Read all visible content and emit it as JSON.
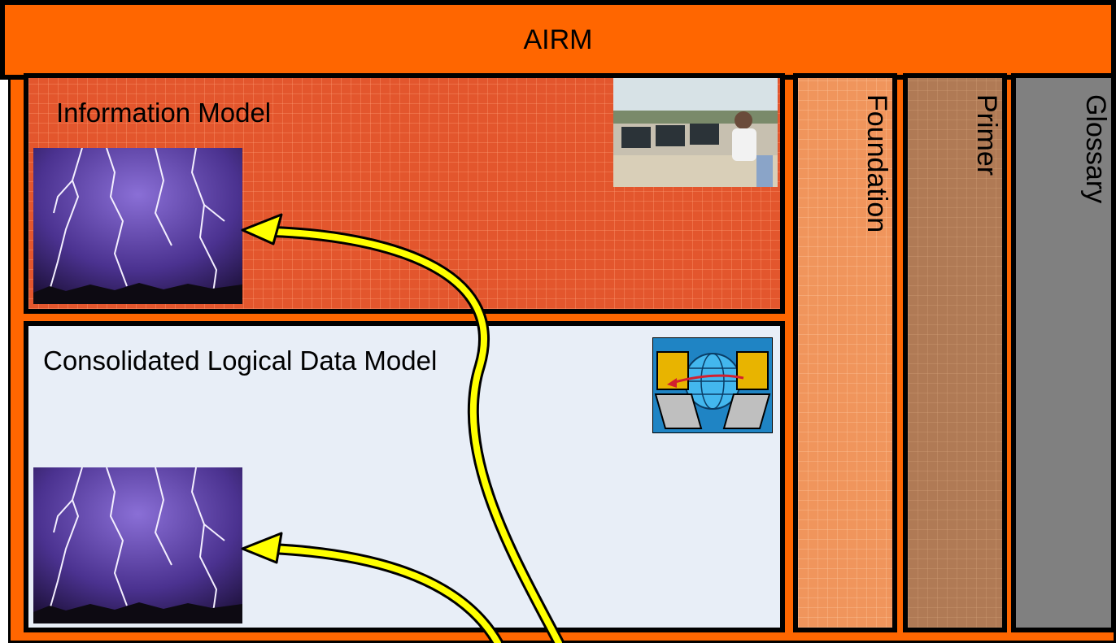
{
  "header": {
    "title": "AIRM"
  },
  "panels": {
    "information_model": {
      "title": "Information Model"
    },
    "logical_data_model": {
      "title": "Consolidated Logical Data Model"
    }
  },
  "columns": {
    "foundation": "Foundation",
    "primer": "Primer",
    "glossary": "Glossary"
  },
  "colors": {
    "header": "#ff6600",
    "information_model": "#e3562d",
    "logical_data_model": "#e8eef7",
    "foundation": "#f0955c",
    "primer": "#b07a55",
    "glossary": "#808080",
    "arrows": "#ffff00"
  },
  "icons": [
    "lightning-photo",
    "control-room-photo",
    "network-exchange-icon"
  ]
}
